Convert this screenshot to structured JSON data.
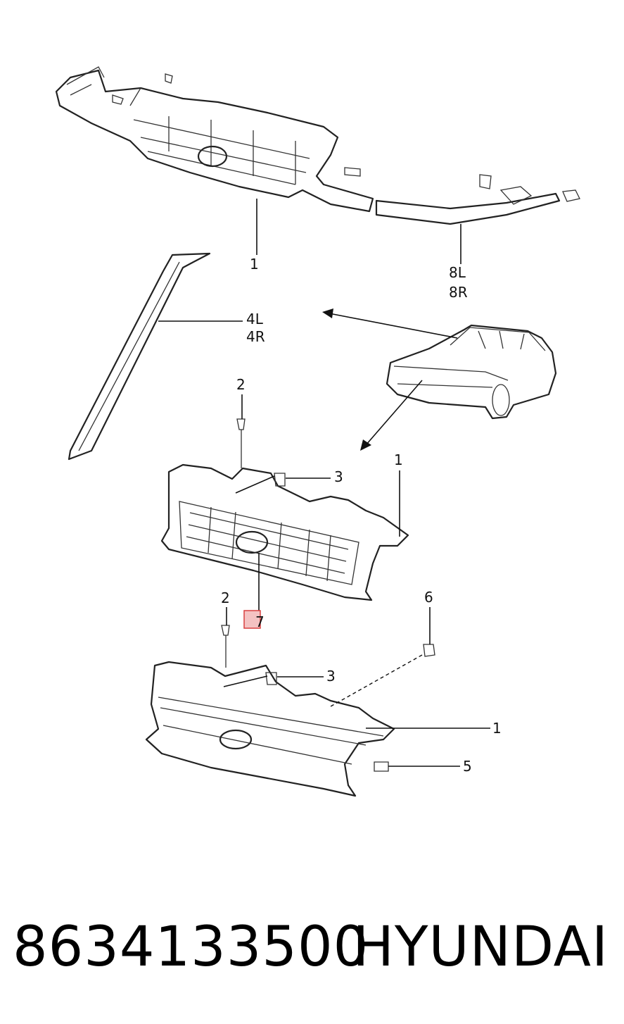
{
  "callouts": {
    "top_grille": "1",
    "molding_l": "8L",
    "molding_r": "8R",
    "pillar_l": "4L",
    "pillar_r": "4R",
    "bolt_upper": "2",
    "clip_upper": "3",
    "grille_mid": "1",
    "emblem": "7",
    "bolt_lower": "2",
    "nut": "6",
    "clip_lower": "3",
    "grille_lower": "1",
    "screw": "5"
  },
  "footer": {
    "part_number": "8634133500",
    "brand": "HYUNDAI"
  },
  "colors": {
    "highlight_fill": "#f4c2c2",
    "highlight_stroke": "#d94040"
  }
}
